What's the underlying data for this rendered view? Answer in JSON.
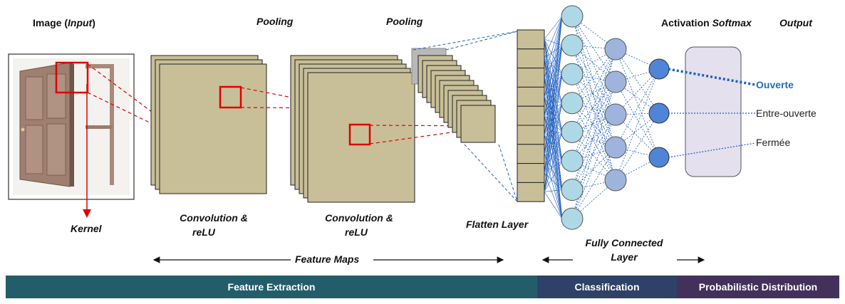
{
  "labels": {
    "image_prefix": "Image (",
    "image_input": "Input",
    "image_suffix": ")",
    "pooling_1": "Pooling",
    "pooling_2": "Pooling",
    "activation_prefix": "Activation ",
    "activation_softmax": "Softmax",
    "output": "Output",
    "kernel": "Kernel",
    "conv_1_line1": "Convolution &",
    "conv_1_line2": "reLU",
    "conv_2_line1": "Convolution &",
    "conv_2_line2": "reLU",
    "flatten": "Flatten Layer",
    "fc_line1": "Fully Connected",
    "fc_line2": "Layer",
    "feature_maps": "Feature Maps"
  },
  "outputs": [
    {
      "text": "Ouverte",
      "active": true
    },
    {
      "text": "Entre-ouverte",
      "active": false
    },
    {
      "text": "Fermée",
      "active": false
    }
  ],
  "bands": {
    "feature_extraction": "Feature Extraction",
    "classification": "Classification",
    "probabilistic": "Probabilistic Distribution"
  },
  "colors": {
    "feature_map_fill": "#c8bf98",
    "kernel_red": "#e00000",
    "node_light": "#add8e6",
    "node_mid": "#9fb4dc",
    "node_dark": "#4f84d6",
    "connection_blue": "#1f5fbf",
    "softmax_box": "#e4e0ee",
    "band_feature": "#245d6a",
    "band_classification": "#2e4166",
    "band_probabilistic": "#43315c",
    "active_output": "#1f6fbf"
  },
  "network": {
    "flatten_cells": 9,
    "layer1_nodes": 8,
    "layer2_nodes": 5,
    "output_nodes": 3
  }
}
